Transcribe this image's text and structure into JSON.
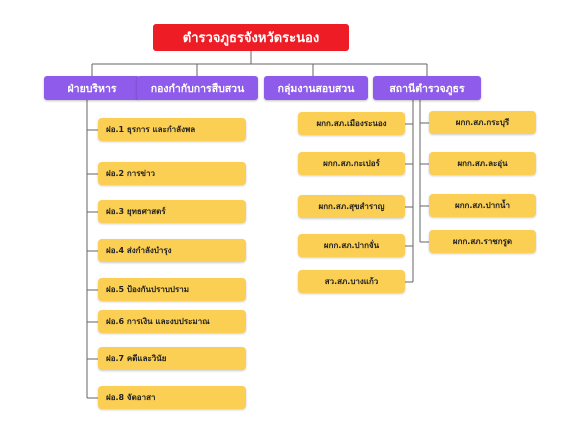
{
  "title": "ตำรวจภูธรจังหวัดระนอง",
  "categories": [
    "ฝ่ายบริหาร",
    "กองกำกับการสืบสวน",
    "กลุ่มงานสอบสวน",
    "สถานีตำรวจภูธร"
  ],
  "admin_units": [
    "ฝอ.1 ธุรการ และกำลังพล",
    "ฝอ.2 การข่าว",
    "ฝอ.3 ยุทธศาสตร์",
    "ฝอ.4 ส่งกำลังบำรุง",
    "ฝอ.5 ป้องกันปราบปราม",
    "ฝอ.6 การเงิน และงบประมาณ",
    "ฝอ.7 คดีและวินัย",
    "ฝอ.8 จัดอาสา"
  ],
  "investigation_units_left": [
    "ผกก.สภ.เมืองระนอง",
    "ผกก.สภ.กะเปอร์",
    "ผกก.สภ.สุขสำราญ",
    "ผกก.สภ.ปากจั่น",
    "สว.สภ.บางแก้ว"
  ],
  "investigation_units_right": [
    "ผกก.สภ.กระบุรี",
    "ผกก.สภ.ละอุ่น",
    "ผกก.สภ.ปากน้ำ",
    "ผกก.สภ.ราชกรูด"
  ],
  "colors": {
    "root": "#ee1c25",
    "category": "#8e5bea",
    "leaf": "#fbcf53",
    "connector": "#666666"
  }
}
